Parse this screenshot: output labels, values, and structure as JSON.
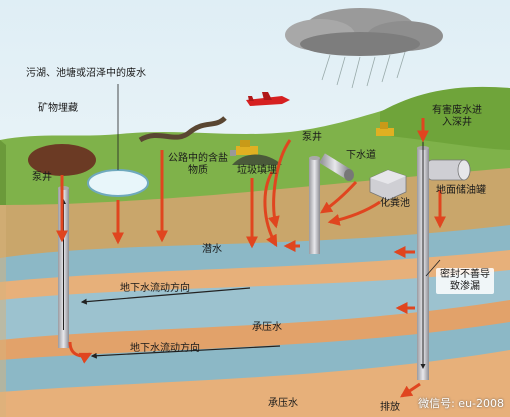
{
  "labels": {
    "wastewater_source": "污湖、池塘或沼泽中的废水",
    "mineral_burial": "矿物埋藏",
    "pump_well_left": "泵井",
    "road_salt": "公路中的含盐物质",
    "landfill": "垃圾填埋",
    "pump_well_mid": "泵井",
    "sewer": "下水道",
    "septic_tank": "化粪池",
    "hazardous_well": "有害废水进入深井",
    "ground_oil_tank": "地面储油罐",
    "phreatic_water": "潜水",
    "groundwater_flow_1": "地下水流动方向",
    "bad_seal": "密封不善导致渗漏",
    "confined_water_1": "承压水",
    "groundwater_flow_2": "地下水流动方向",
    "confined_water_2": "承压水",
    "discharge": "排放"
  },
  "watermark": "微信号: eu-2008",
  "colors": {
    "sky": "#e8f2f6",
    "grass": "#7fb24a",
    "topsoil": "#c9a66b",
    "aquifer_blue": "#8cb8c6",
    "aquifer_orange": "#e7b07a",
    "deep_blue": "#7fa9bb",
    "arrow_red": "#e0451f",
    "well_gray": "#c8c8cc"
  }
}
